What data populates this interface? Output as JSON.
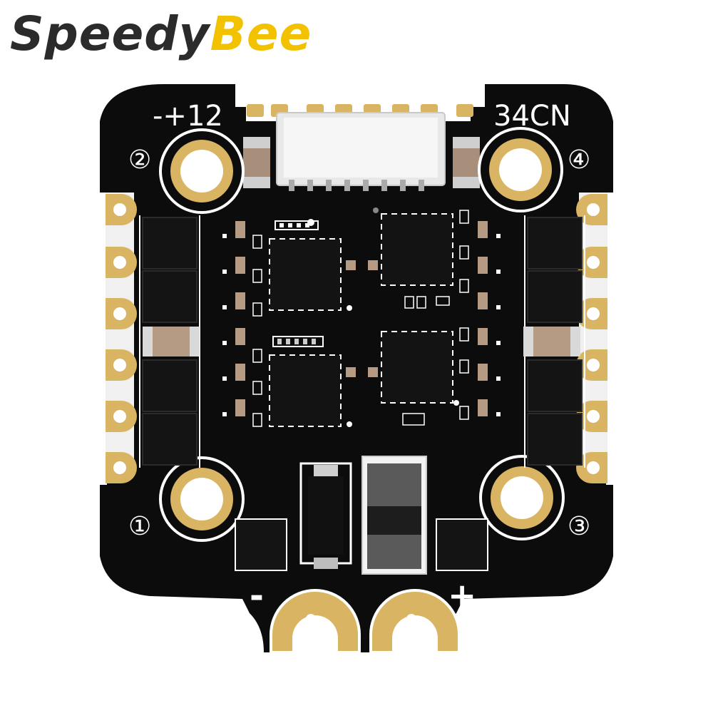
{
  "brand": {
    "part1": "Speedy",
    "part2": "Bee",
    "part1_color": "#2b2b2b",
    "part2_color": "#f2c200"
  },
  "silkscreen": {
    "power_top": "-+12",
    "model": "34CN",
    "hole_1": "①",
    "hole_2": "②",
    "hole_3": "③",
    "hole_4": "④",
    "batt_neg": "-",
    "batt_pos": "+"
  },
  "colors": {
    "pcb": "#0c0c0c",
    "gold": "#d8b463",
    "gold_dark": "#a9823c",
    "silk": "#ffffff",
    "chip": "#1a1a1a",
    "cap_tan": "#b59a84"
  }
}
